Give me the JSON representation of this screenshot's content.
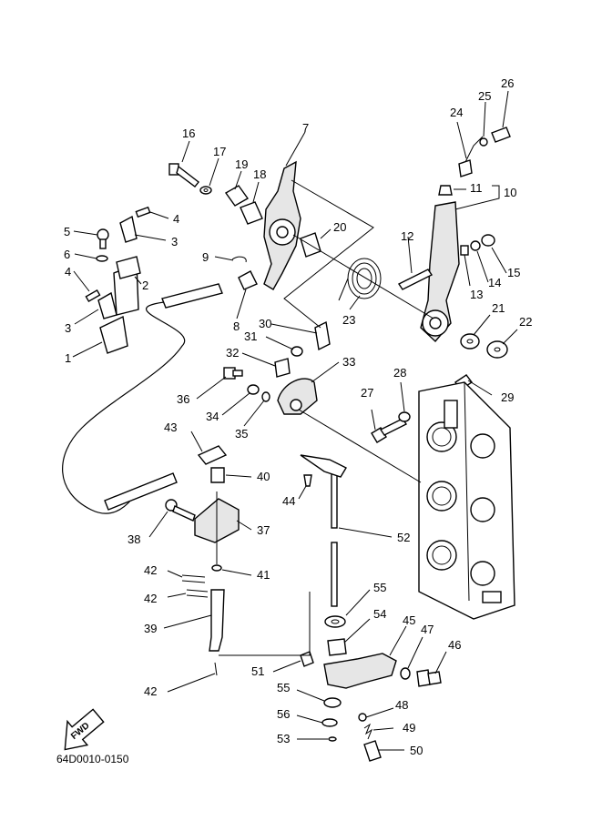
{
  "diagram": {
    "drawing_code": "64D0010-0150",
    "fwd_label": "FWD",
    "callouts": {
      "c1": "1",
      "c2": "2",
      "c3a": "3",
      "c3b": "3",
      "c4a": "4",
      "c4b": "4",
      "c5": "5",
      "c6": "6",
      "c7": "7",
      "c8": "8",
      "c9": "9",
      "c10": "10",
      "c11": "11",
      "c12": "12",
      "c13": "13",
      "c14": "14",
      "c15": "15",
      "c16": "16",
      "c17": "17",
      "c18": "18",
      "c19": "19",
      "c20": "20",
      "c21": "21",
      "c22": "22",
      "c23": "23",
      "c24": "24",
      "c25": "25",
      "c26": "26",
      "c27": "27",
      "c28": "28",
      "c29": "29",
      "c30": "30",
      "c31": "31",
      "c32": "32",
      "c33": "33",
      "c34": "34",
      "c35": "35",
      "c36": "36",
      "c37": "37",
      "c38": "38",
      "c39": "39",
      "c40": "40",
      "c41": "41",
      "c42a": "42",
      "c42b": "42",
      "c42c": "42",
      "c43": "43",
      "c44": "44",
      "c45": "45",
      "c46": "46",
      "c47": "47",
      "c48": "48",
      "c49": "49",
      "c50": "50",
      "c51": "51",
      "c52": "52",
      "c53": "53",
      "c54": "54",
      "c55a": "55",
      "c55b": "55",
      "c56": "56"
    }
  }
}
